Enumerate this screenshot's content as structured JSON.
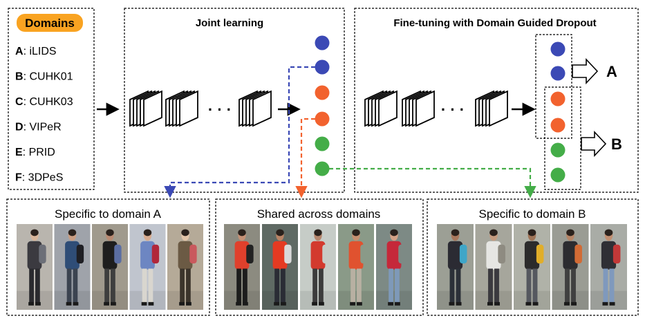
{
  "domains": {
    "title": "Domains",
    "items": [
      {
        "letter": "A",
        "name": ": iLIDS"
      },
      {
        "letter": "B",
        "name": ": CUHK01"
      },
      {
        "letter": "C",
        "name": ": CUHK03"
      },
      {
        "letter": "D",
        "name": ": VIPeR"
      },
      {
        "letter": "E",
        "name": ": PRID"
      },
      {
        "letter": "F",
        "name": ": 3DPeS"
      }
    ]
  },
  "joint_learning": {
    "title": "Joint learning",
    "ellipsis": "· · ·"
  },
  "fine_tuning": {
    "title": "Fine-tuning with Domain Guided Dropout",
    "ellipsis": "· · ·",
    "output_a": "A",
    "output_b": "B"
  },
  "panels": {
    "specific_a": {
      "title": "Specific to domain A"
    },
    "shared": {
      "title": "Shared across domains"
    },
    "specific_b": {
      "title": "Specific to domain B"
    }
  },
  "neuron_colors": [
    "blue",
    "blue",
    "orange",
    "orange",
    "green",
    "green"
  ],
  "colors": {
    "blue": "#3b49b5",
    "orange": "#f2622e",
    "green": "#44ad48",
    "badge": "#f9a321"
  }
}
